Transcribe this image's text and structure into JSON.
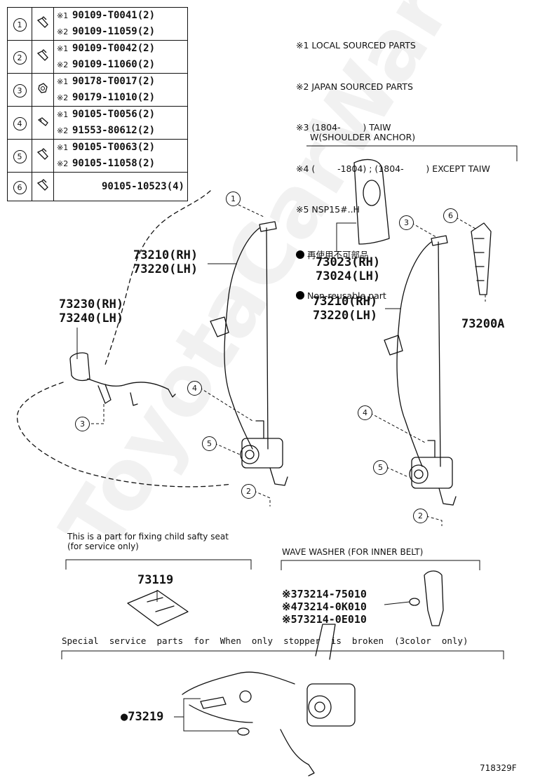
{
  "parts_table": [
    {
      "num": "1",
      "rows": [
        {
          "mark": "※1",
          "part": "90109-T0041(2)"
        },
        {
          "mark": "※2",
          "part": "90109-11059(2)"
        }
      ]
    },
    {
      "num": "2",
      "rows": [
        {
          "mark": "※1",
          "part": "90109-T0042(2)"
        },
        {
          "mark": "※2",
          "part": "90109-11060(2)"
        }
      ]
    },
    {
      "num": "3",
      "rows": [
        {
          "mark": "※1",
          "part": "90178-T0017(2)"
        },
        {
          "mark": "※2",
          "part": "90179-11010(2)"
        }
      ]
    },
    {
      "num": "4",
      "rows": [
        {
          "mark": "※1",
          "part": "90105-T0056(2)"
        },
        {
          "mark": "※2",
          "part": "91553-80612(2)"
        }
      ]
    },
    {
      "num": "5",
      "rows": [
        {
          "mark": "※1",
          "part": "90105-T0063(2)"
        },
        {
          "mark": "※2",
          "part": "90105-11058(2)"
        }
      ]
    },
    {
      "num": "6",
      "rows": [
        {
          "mark": "",
          "part": "90105-10523(4)"
        }
      ]
    }
  ],
  "legend": {
    "n1": "※1 LOCAL SOURCED PARTS",
    "n2": "※2 JAPAN SOURCED PARTS",
    "n3": "※3 (1804-        ) TAIW",
    "n4": "※4 (        -1804) ; (1804-        ) EXCEPT TAIW",
    "n5": "※5 NSP15#..H",
    "nonreuse_jp": "再使用不可部品",
    "nonreuse_en": "Non-reusable part"
  },
  "shoulder_anchor_label": "W(SHOULDER ANCHOR)",
  "parts": {
    "left_belt_rh": "73210(RH)",
    "left_belt_lh": "73220(LH)",
    "buckle_rh": "73230(RH)",
    "buckle_lh": "73240(LH)",
    "anchor_cover_rh": "73023(RH)",
    "anchor_cover_lh": "73024(LH)",
    "right_belt_rh": "73210(RH)",
    "right_belt_lh": "73220(LH)",
    "adjuster": "73200A",
    "child_seat_part": "73119",
    "washer_1": "※373214-75010",
    "washer_2": "※473214-0K010",
    "washer_3": "※573214-0E010",
    "stopper": "●73219"
  },
  "captions": {
    "child_seat_1": "This is a part for fixing child safty seat",
    "child_seat_2": "(for service only)",
    "wave_washer": "WAVE WASHER (FOR INNER BELT)",
    "special": "Special  service  parts  for  When  only  stopper  is  broken  (3color  only)"
  },
  "callouts": {
    "c1": "1",
    "c2a": "2",
    "c2b": "2",
    "c3a": "3",
    "c3b": "3",
    "c4a": "4",
    "c4b": "4",
    "c5a": "5",
    "c5b": "5",
    "c6": "6"
  },
  "watermark": "ToyotaCarWare.ru",
  "figure_id": "718329F"
}
